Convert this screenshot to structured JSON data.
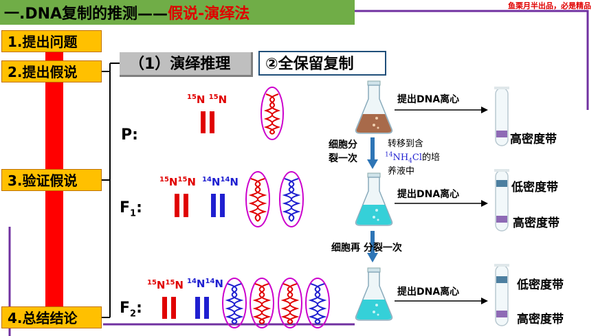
{
  "header": {
    "title_prefix": "一.DNA复制的推测——",
    "title_method": "假说-演绎法",
    "top_right": "鱼栗月半出品，必是精品"
  },
  "steps": [
    {
      "label": "1.提出问题"
    },
    {
      "label": "2.提出假说"
    },
    {
      "label": "3.验证假说"
    },
    {
      "label": "4.总结结论"
    }
  ],
  "tabs": {
    "tab1": "（1）演绎推理",
    "tab2": "②全保留复制"
  },
  "generations": {
    "p": "P:",
    "f1_base": "F",
    "f1_sub": "1",
    "f1_colon": ":",
    "f2_base": "F",
    "f2_sub": "2",
    "f2_colon": ":"
  },
  "dna_labels": {
    "p_15": "15",
    "p_n": "N",
    "f1_15": "15",
    "f1_14": "14",
    "f1_n": "N",
    "f2_15": "15",
    "f2_14": "14",
    "f2_n": "N"
  },
  "process": {
    "centrifuge": "提出DNA离心",
    "divide1_line1": "细胞分",
    "divide1_line2": "裂一次",
    "transfer_line1": "转移到含",
    "transfer_medium_prefix": "14",
    "transfer_medium_nh": "NH",
    "transfer_medium_sub": "4",
    "transfer_medium_cl": "Cl",
    "transfer_medium_suffix": "的培",
    "transfer_line3": "养液中",
    "divide2": "细胞再 分裂一次"
  },
  "bands": {
    "high": "高密度带",
    "low": "低密度带"
  },
  "colors": {
    "heavy": "#e00000",
    "light": "#1f1fd0",
    "step_fill": "#ffc000",
    "title_fill": "#70ad47",
    "band_high": "#8e6ab5",
    "band_low": "#4d7fa0",
    "frame": "#7030a0"
  }
}
